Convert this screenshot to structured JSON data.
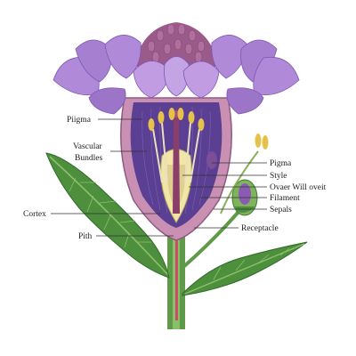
{
  "labels": {
    "left": [
      "Piigma",
      "Vascular",
      "Bundles",
      "Cortex",
      "Pith"
    ],
    "right": [
      "Pigma",
      "Style",
      "Ovaer Will oveit",
      "Filament",
      "Sepals",
      "Receptacle"
    ]
  },
  "colors": {
    "petal": "#b08ad8",
    "petal_shade": "#7f58b5",
    "bud_cluster": "#9a5a8a",
    "inner_chamber": "#5a3f92",
    "wall": "#c990b4",
    "ovary": "#f1e6a8",
    "style": "#8a3f6b",
    "anther": "#e6c24a",
    "leaf": "#4e8f3e",
    "leaf_vein": "#8cc06a",
    "stem": "#5e9a48",
    "stem_core": "#d04a6a",
    "leader_line": "#333333"
  }
}
